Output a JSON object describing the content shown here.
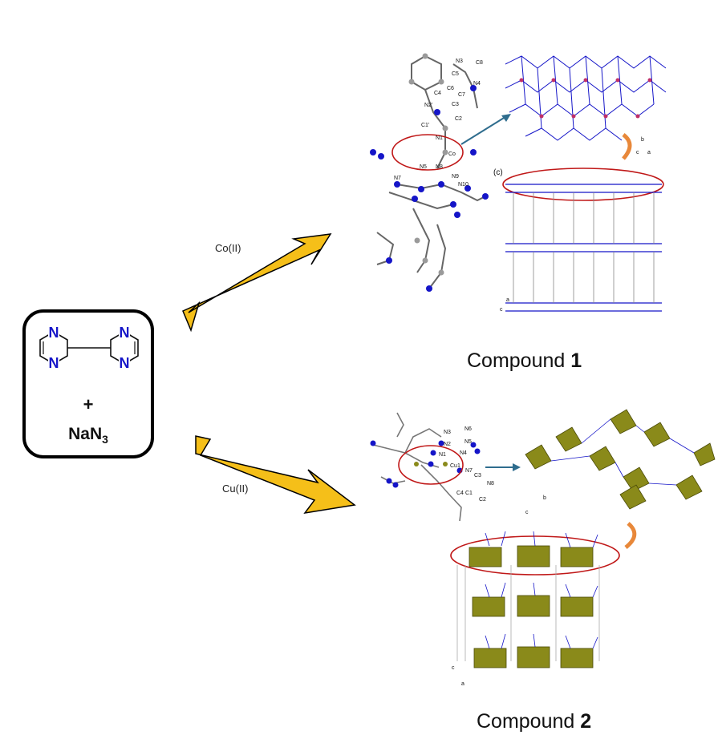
{
  "reactants": {
    "ring_atom": "N",
    "plus": "+",
    "reagent_main": "NaN",
    "reagent_sub": "3"
  },
  "routes": [
    {
      "metal": "Co(II)",
      "product": "Compound",
      "product_number": "1"
    },
    {
      "metal": "Cu(II)",
      "product": "Compound",
      "product_number": "2"
    }
  ],
  "structure_1": {
    "atom_labels": [
      "N3",
      "C8",
      "C5",
      "N4",
      "C6",
      "C7",
      "C4",
      "N2'",
      "C3",
      "C1'",
      "C2",
      "N1",
      "Co",
      "N5",
      "N8",
      "N9",
      "N10",
      "N7"
    ],
    "panel_label": "(c)",
    "axes_top": [
      "c",
      "b",
      "a"
    ],
    "axes_bottom": [
      "c",
      "a"
    ]
  },
  "structure_2": {
    "atom_labels": [
      "N3",
      "N6",
      "N2",
      "N5",
      "N1",
      "N4",
      "Cu1",
      "N7",
      "C3",
      "N8",
      "C4",
      "C1",
      "C2"
    ],
    "axes_top": [
      "c",
      "b"
    ],
    "axes_bottom": [
      "c",
      "a"
    ]
  },
  "colors": {
    "arrow_fill": "#f5bf19",
    "arrow_stroke": "#000000",
    "nitrogen": "#1515c8",
    "carbon": "#9a9a9a",
    "metal_co": "#c0306a",
    "polyhedra": "#8a8a1a",
    "highlight_ellipse": "#c01818",
    "link_arrow": "#2f6d8e",
    "curved_arrow": "#e8883a"
  }
}
